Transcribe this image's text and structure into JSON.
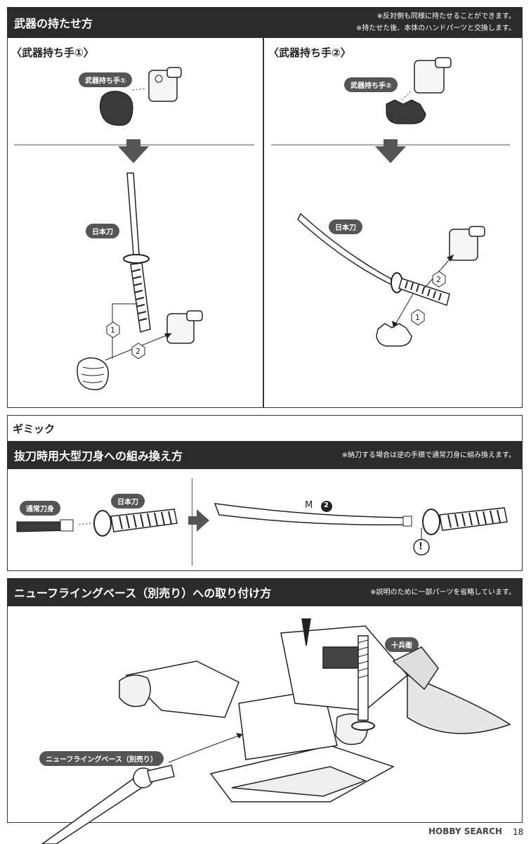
{
  "section1": {
    "title": "武器の持たせ方",
    "notes": [
      "※反対側も同様に持たせることができます。",
      "※持たせた後、本体のハンドパーツと交換します。"
    ],
    "left": {
      "subtitle": "〈武器持ち手①〉",
      "hand_label": "武器持ち手①",
      "weapon_label": "日本刀",
      "step1": "1",
      "step2": "2"
    },
    "right": {
      "subtitle": "〈武器持ち手②〉",
      "hand_label": "武器持ち手②",
      "weapon_label": "日本刀",
      "step1": "1",
      "step2": "2"
    }
  },
  "section2": {
    "title": "ギミック",
    "sub_title": "抜刀時用大型刀身への組み換え方",
    "note": "※納刀する場合は逆の手順で通常刀身に組み換えます。",
    "normal_blade_label": "通常刀身",
    "katana_label": "日本刀",
    "part_letter": "M",
    "part_number": "2",
    "warning": "!"
  },
  "section3": {
    "title": "ニューフライングベース（別売り）への取り付け方",
    "note": "※説明のために一部パーツを省略しています。",
    "model_label": "十兵衛",
    "base_label": "ニューフライングベース（別売り）"
  },
  "footer": {
    "watermark": "HOBBY SEARCH",
    "page_number": "18"
  }
}
